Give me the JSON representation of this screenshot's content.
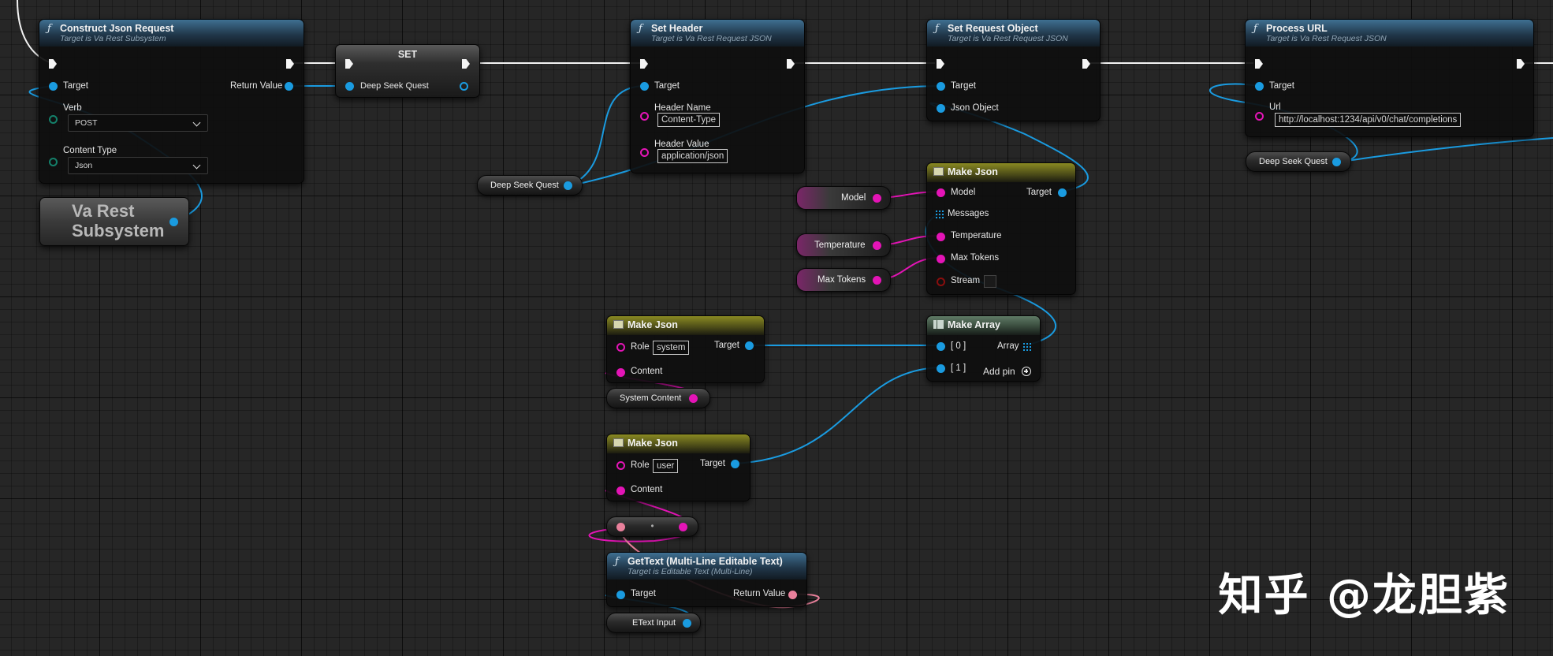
{
  "colors": {
    "object_pin": "#1a9be0",
    "string_pin": "#e414b6",
    "text_pin": "#e9809b",
    "exec_pin": "#f5f5f5",
    "function_header": "#3f6f91",
    "json_header": "#8a8a22",
    "array_header": "#5f7b66",
    "background": "#262626"
  },
  "icons": {
    "function": "function-icon",
    "make_json": "make-json-icon",
    "make_array": "make-array-icon",
    "array_pin": "array-grid-icon",
    "add_pin": "add-pin-icon"
  },
  "nodes": {
    "construct": {
      "title": "Construct Json Request",
      "subtitle": "Target is Va Rest Subsystem",
      "target": "Target",
      "return_value": "Return Value",
      "verb_label": "Verb",
      "verb_value": "POST",
      "content_type_label": "Content Type",
      "content_type_value": "Json"
    },
    "set": {
      "title": "SET",
      "var": "Deep Seek Quest"
    },
    "set_header": {
      "title": "Set Header",
      "subtitle": "Target is Va Rest Request JSON",
      "target": "Target",
      "header_name_label": "Header Name",
      "header_name_value": "Content-Type",
      "header_value_label": "Header Value",
      "header_value_value": "application/json"
    },
    "set_request": {
      "title": "Set Request Object",
      "subtitle": "Target is Va Rest Request JSON",
      "target": "Target",
      "json_object": "Json Object"
    },
    "process_url": {
      "title": "Process URL",
      "subtitle": "Target is Va Rest Request JSON",
      "target": "Target",
      "url_label": "Url",
      "url_value": "http://localhost:1234/api/v0/chat/completions"
    },
    "make_json_main": {
      "title": "Make Json",
      "model": "Model",
      "target": "Target",
      "messages": "Messages",
      "temperature": "Temperature",
      "max_tokens": "Max Tokens",
      "stream": "Stream"
    },
    "make_array": {
      "title": "Make Array",
      "pin0": "[ 0 ]",
      "pin1": "[ 1 ]",
      "array": "Array",
      "add_pin": "Add pin"
    },
    "make_json_system": {
      "title": "Make Json",
      "role_label": "Role",
      "role_value": "system",
      "target": "Target",
      "content": "Content"
    },
    "make_json_user": {
      "title": "Make Json",
      "role_label": "Role",
      "role_value": "user",
      "target": "Target",
      "content": "Content"
    },
    "get_text": {
      "title": "GetText (Multi-Line Editable Text)",
      "subtitle": "Target is Editable Text (Multi-Line)",
      "target": "Target",
      "return_value": "Return Value"
    }
  },
  "variables": {
    "va_rest_subsystem": "Va Rest Subsystem",
    "deep_seek_quest_1": "Deep Seek Quest",
    "deep_seek_quest_2": "Deep Seek Quest",
    "model": "Model",
    "temperature": "Temperature",
    "max_tokens": "Max Tokens",
    "system_content": "System Content",
    "etext_input": "EText Input",
    "reroute_dot": "•"
  },
  "watermark": "知乎 @龙胆紫"
}
